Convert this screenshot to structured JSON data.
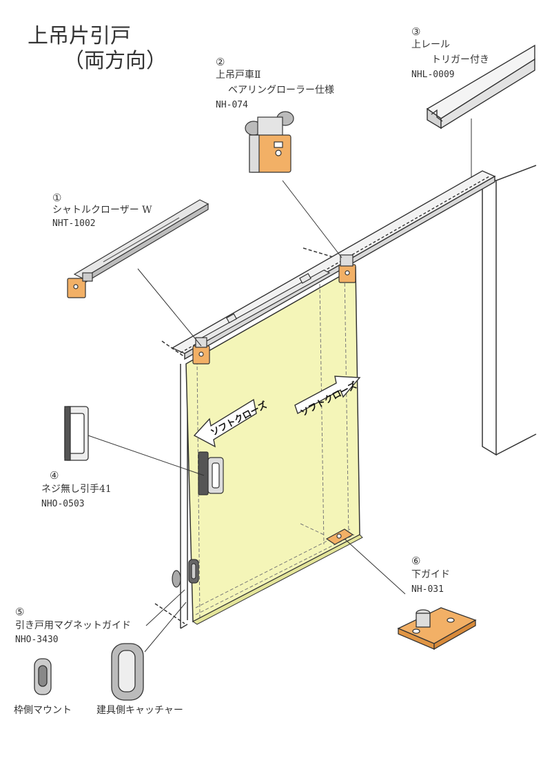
{
  "title": {
    "line1": "上吊片引戸",
    "line2": "（両方向）"
  },
  "parts": [
    {
      "num": "①",
      "name": "シャトルクローザー W",
      "code": "NHT-1002"
    },
    {
      "num": "②",
      "name_line1": "上吊戸車Ⅱ",
      "name_line2": "ベアリングローラー仕様",
      "code": "NH-074"
    },
    {
      "num": "③",
      "name_line1": "上レール",
      "name_line2": "トリガー付き",
      "code": "NHL-0009"
    },
    {
      "num": "④",
      "name": "ネジ無し引手41",
      "code": "NHO-0503"
    },
    {
      "num": "⑤",
      "name": "引き戸用マグネットガイド",
      "code": "NHO-3430"
    },
    {
      "num": "⑥",
      "name": "下ガイド",
      "code": "NH-031"
    }
  ],
  "sub_labels": {
    "frame_mount": "枠側マウント",
    "door_catcher": "建具側キャッチャー"
  },
  "arrows": {
    "left": "ソフトクローズ",
    "right": "ソフトクローズ"
  },
  "colors": {
    "door": "#f4f5b8",
    "part_orange": "#f2b066",
    "line": "#333333"
  }
}
